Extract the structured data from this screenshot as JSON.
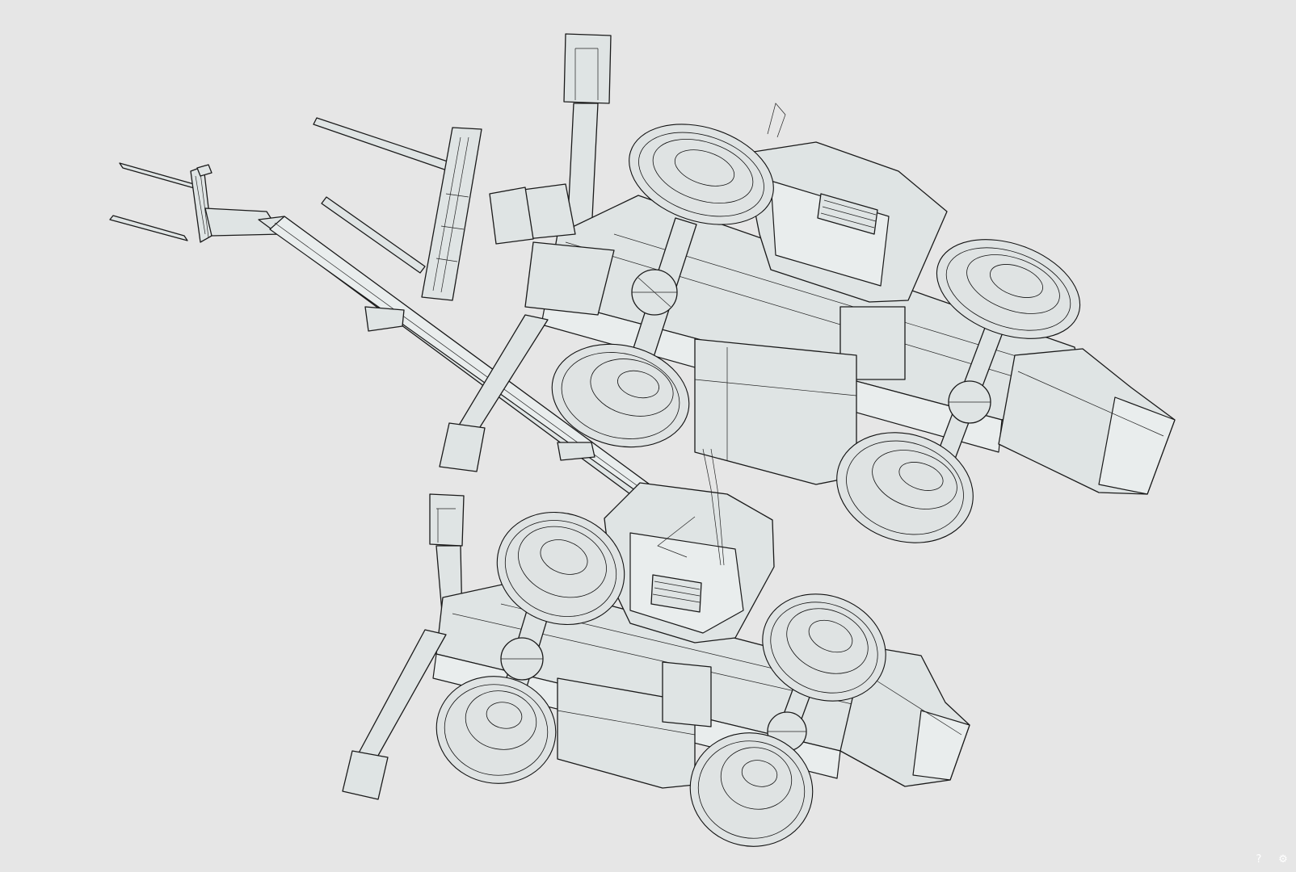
{
  "viewer": {
    "background_color": "#e6e6e6",
    "render_mode": "wireframe",
    "models": [
      {
        "name": "telehandler-upper"
      },
      {
        "name": "telehandler-lower"
      }
    ]
  },
  "controls": {
    "help": {
      "icon": "question-icon",
      "glyph": "?"
    },
    "settings": {
      "icon": "gear-icon",
      "glyph": "⚙"
    }
  }
}
